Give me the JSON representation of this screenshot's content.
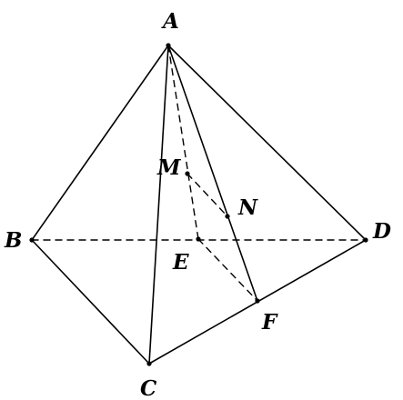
{
  "figure": {
    "points": [
      {
        "id": "A",
        "label": "A"
      },
      {
        "id": "B",
        "label": "B"
      },
      {
        "id": "C",
        "label": "C"
      },
      {
        "id": "D",
        "label": "D"
      },
      {
        "id": "M",
        "label": "M"
      },
      {
        "id": "N",
        "label": "N"
      },
      {
        "id": "E",
        "label": "E"
      },
      {
        "id": "F",
        "label": "F"
      }
    ],
    "segments": [
      {
        "from": "A",
        "to": "B",
        "style": "solid"
      },
      {
        "from": "A",
        "to": "C",
        "style": "solid"
      },
      {
        "from": "A",
        "to": "D",
        "style": "solid"
      },
      {
        "from": "B",
        "to": "C",
        "style": "solid"
      },
      {
        "from": "C",
        "to": "D",
        "style": "solid"
      },
      {
        "from": "A",
        "to": "F",
        "style": "solid"
      },
      {
        "from": "B",
        "to": "D",
        "style": "dashed"
      },
      {
        "from": "A",
        "to": "E",
        "style": "dashed"
      },
      {
        "from": "M",
        "to": "N",
        "style": "dashed"
      },
      {
        "from": "E",
        "to": "F",
        "style": "dashed"
      }
    ],
    "colors": {
      "line": "#000000",
      "background": "#ffffff"
    }
  }
}
